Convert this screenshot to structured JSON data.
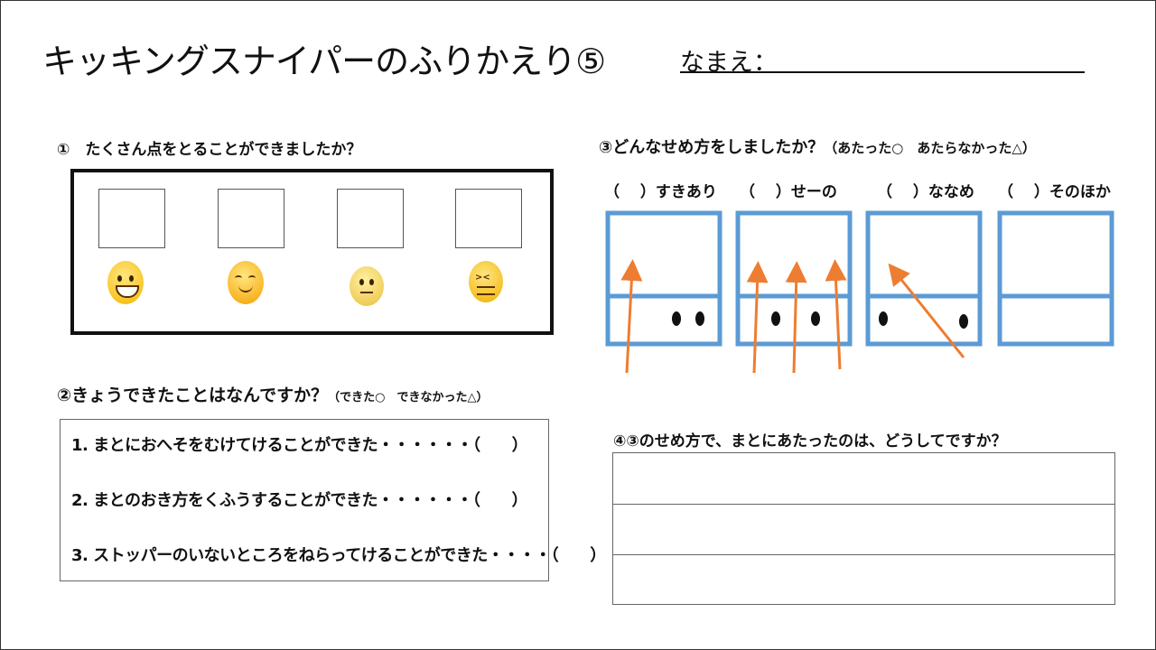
{
  "title": "キッキングスナイパーのふりかえり⑤",
  "name_label": "なまえ：",
  "q1": {
    "question": "①　たくさん点をとることができましたか？",
    "faces": [
      "grinning-face",
      "smiling-face",
      "neutral-face",
      "confounded-face"
    ]
  },
  "q2": {
    "question": "②きょうできたことはなんですか？",
    "hint": "（できた○　できなかった△）",
    "items": [
      "1. まとにおへそをむけてけることができた・・・・・・（　　）",
      "2. まとのおき方をくふうすることができた・・・・・・（　　）",
      "3. ストッパーのいないところをねらってけることができた・・・・（　　）"
    ]
  },
  "q3": {
    "question": "③どんなせめ方をしましたか？",
    "hint": "（あたった○　あたらなかった△）",
    "options": [
      "（　 ）すきあり",
      "（　 ）せーの",
      "（　 ）ななめ",
      "（　 ）そのほか"
    ]
  },
  "q4": {
    "question": "④③のせめ方で、まとにあたったのは、どうしてですか？"
  },
  "colors": {
    "diagram": "#5b9bd5",
    "arrow": "#ed7d31"
  }
}
